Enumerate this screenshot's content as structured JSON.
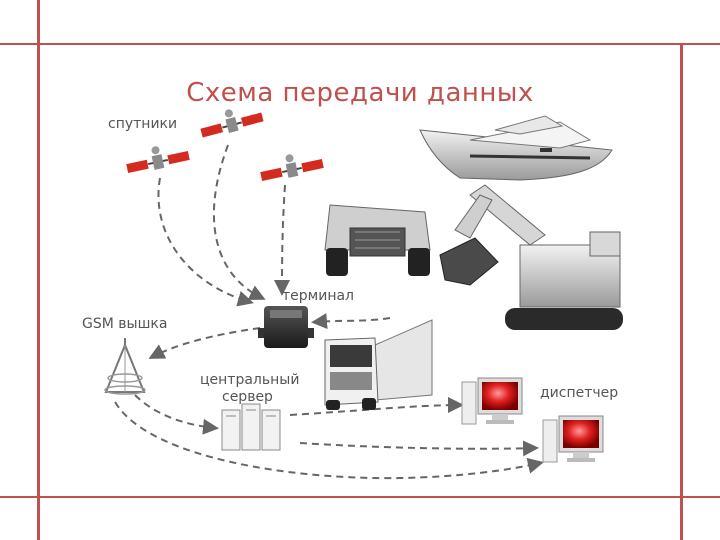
{
  "title": "Схема передачи данных",
  "labels": {
    "satellites": "спутники",
    "terminal": "терминал",
    "gsm_tower": "GSM вышка",
    "central_server_line1": "центральный",
    "central_server_line2": "сервер",
    "dispatcher": "диспетчер"
  },
  "colors": {
    "accent": "#c0504d",
    "label_text": "#555555",
    "arrow": "#666666",
    "monitor_screen": "#e02020"
  },
  "icons": [
    "satellite-icon",
    "yacht-icon",
    "mining-truck-icon",
    "excavator-icon",
    "gps-terminal-icon",
    "semi-truck-icon",
    "gsm-tower-icon",
    "server-rack-icon",
    "dispatcher-monitor-icon"
  ]
}
